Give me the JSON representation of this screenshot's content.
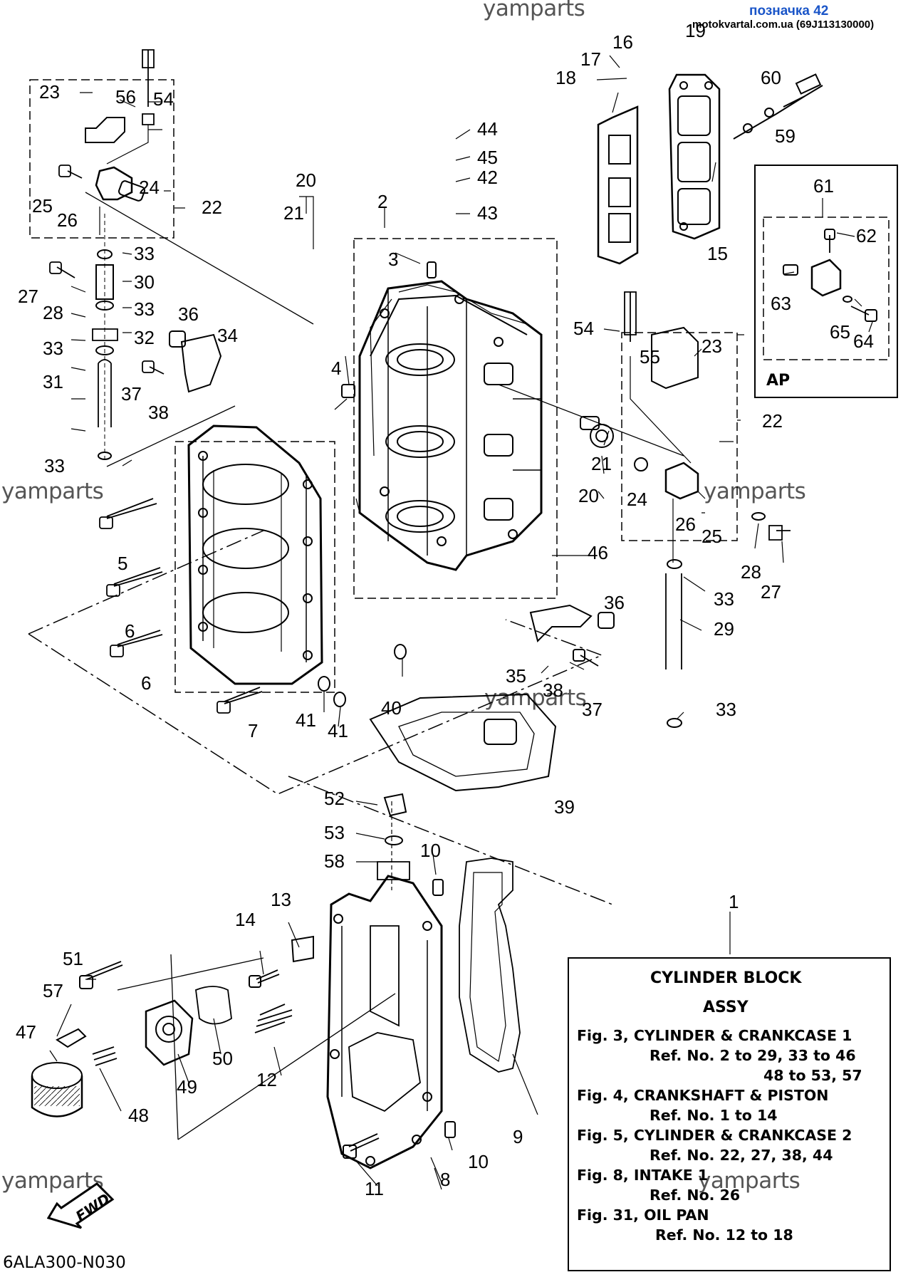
{
  "header": {
    "site_link": "позначка 42",
    "site_sub": "motokvartal.com.ua (69J113130000)"
  },
  "watermarks": [
    "yamparts",
    "yamparts",
    "yamparts",
    "yamparts",
    "yamparts",
    "yamparts"
  ],
  "callouts": {
    "c1": "1",
    "c2": "2",
    "c3": "3",
    "c4": "4",
    "c5": "5",
    "c6a": "6",
    "c6b": "6",
    "c7": "7",
    "c8": "8",
    "c9": "9",
    "c10a": "10",
    "c10b": "10",
    "c11": "11",
    "c12": "12",
    "c13": "13",
    "c14": "14",
    "c15": "15",
    "c16": "16",
    "c17": "17",
    "c18": "18",
    "c19": "19",
    "c20a": "20",
    "c20b": "20",
    "c21a": "21",
    "c21b": "21",
    "c22a": "22",
    "c22b": "22",
    "c23a": "23",
    "c23b": "23",
    "c24a": "24",
    "c24b": "24",
    "c25a": "25",
    "c25b": "25",
    "c26a": "26",
    "c26b": "26",
    "c27a": "27",
    "c27b": "27",
    "c28a": "28",
    "c28b": "28",
    "c29": "29",
    "c30": "30",
    "c31": "31",
    "c33a": "33",
    "c33b": "33",
    "c33c": "33",
    "c33d": "33",
    "c33e": "33",
    "c33f": "33",
    "c32": "32",
    "c34": "34",
    "c35": "35",
    "c36a": "36",
    "c36b": "36",
    "c37a": "37",
    "c37b": "37",
    "c38a": "38",
    "c38b": "38",
    "c39": "39",
    "c40": "40",
    "c41a": "41",
    "c41b": "41",
    "c42": "42",
    "c43": "43",
    "c44": "44",
    "c45": "45",
    "c46": "46",
    "c47": "47",
    "c48": "48",
    "c49": "49",
    "c50": "50",
    "c51": "51",
    "c52": "52",
    "c53": "53",
    "c54a": "54",
    "c54b": "54",
    "c55": "55",
    "c56": "56",
    "c57": "57",
    "c58": "58",
    "c59": "59",
    "c60": "60",
    "c61": "61",
    "c62": "62",
    "c63": "63",
    "c64": "64",
    "c65": "65"
  },
  "inset": {
    "label": "AP"
  },
  "legend": {
    "title": "CYLINDER BLOCK",
    "subtitle": "ASSY",
    "lines": [
      "Fig. 3, CYLINDER & CRANKCASE 1",
      "Ref. No. 2 to 29, 33 to 46",
      "48 to 53, 57",
      "Fig. 4, CRANKSHAFT & PISTON",
      "Ref. No. 1 to 14",
      "Fig. 5, CYLINDER & CRANKCASE 2",
      "Ref. No. 22, 27, 38, 44",
      "Fig. 8, INTAKE 1",
      "Ref. No. 26",
      "Fig. 31, OIL PAN",
      "Ref. No. 12 to 18"
    ]
  },
  "fwd_label": "FWD",
  "diagram_code": "6ALA300-N030"
}
